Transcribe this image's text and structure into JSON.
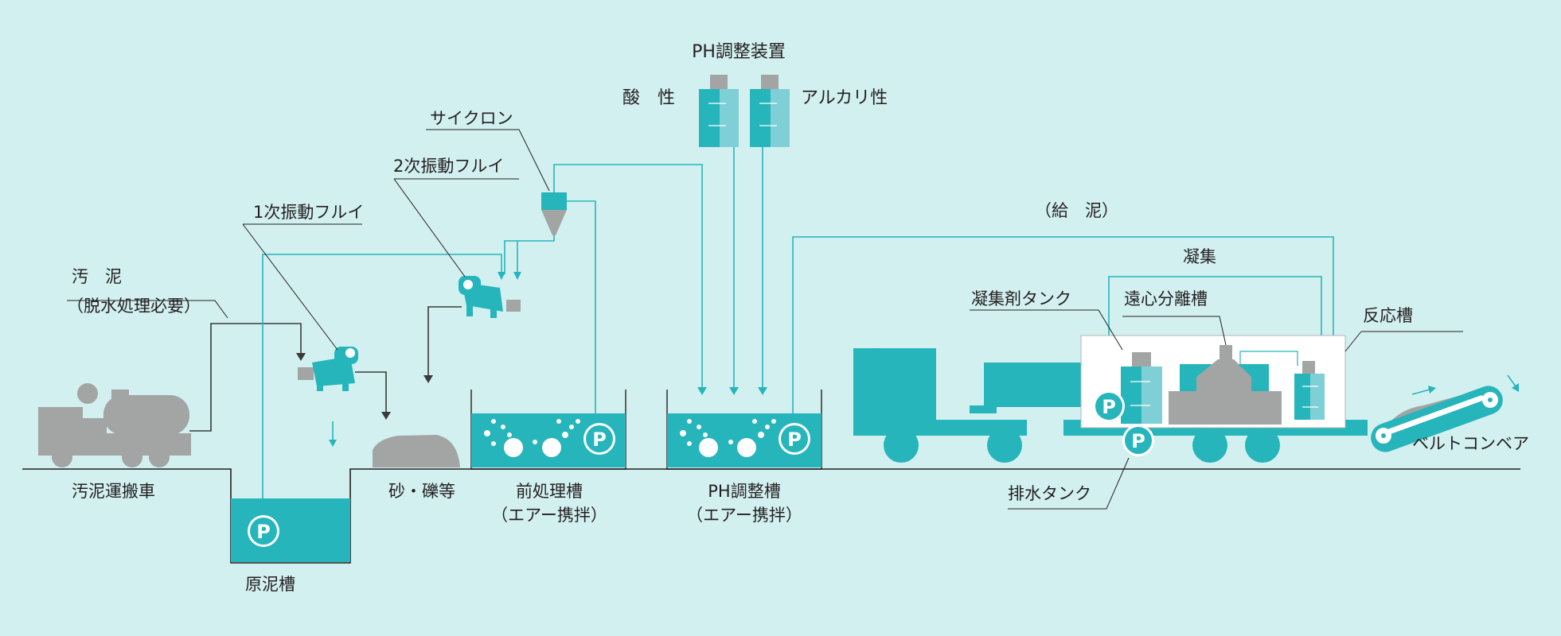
{
  "colors": {
    "background": "#d3f0f0",
    "teal": "#25b5bb",
    "light_teal": "#7fd0d6",
    "gray": "#a3a4a4",
    "line": "#231f20"
  },
  "labels": {
    "ph_device": "PH調整装置",
    "acid": "酸　性",
    "alkali": "アルカリ性",
    "cyclone": "サイクロン",
    "secondary_screen": "2次振動フルイ",
    "primary_screen": "1次振動フルイ",
    "sludge_line1": "汚　泥",
    "sludge_line2": "（脱水処理必要）",
    "sludge_truck": "汚泥運搬車",
    "raw_tank": "原泥槽",
    "sand": "砂・礫等",
    "pretreat_line1": "前処理槽",
    "pretreat_line2": "（エアー携拌）",
    "ph_tank_line1": "PH調整槽",
    "ph_tank_line2": "（エアー携拌）",
    "supply": "（給　泥）",
    "flocculation": "凝集",
    "flocculant_tank": "凝集剤タンク",
    "centrifuge": "遠心分離槽",
    "reaction_tank": "反応槽",
    "drain_tank": "排水タンク",
    "belt_conveyor": "ベルトコンベア"
  },
  "pump_symbol": "P",
  "icons": [
    "tank-truck-icon",
    "vibrating-screen-icon",
    "cyclone-icon",
    "pump-icon",
    "ph-bottle-icon",
    "centrifuge-truck-icon",
    "belt-conveyor-icon"
  ]
}
